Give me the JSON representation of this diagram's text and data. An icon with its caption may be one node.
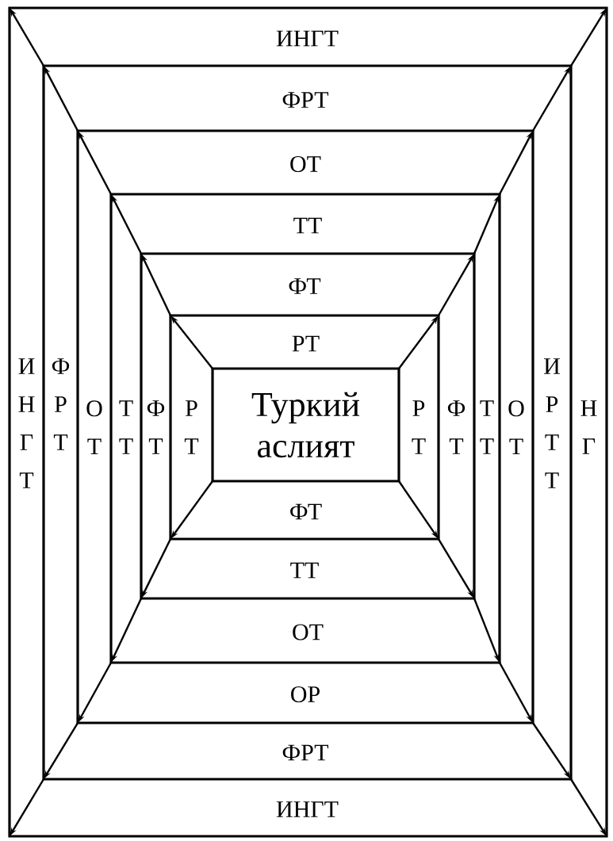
{
  "diagram": {
    "nodes": [
      {
        "text": [
          "ИНГТ",
          "ИНГТ",
          "И Н Г Т",
          "Н Г"
        ]
      },
      {
        "text": [
          "ФРТ",
          "ФРТ",
          "Ф Р Т",
          "И Р Т Т"
        ],
        "in": 0
      },
      {
        "text": [
          "ОТ",
          "ОР",
          "О Т",
          "О Т"
        ],
        "in": 1
      },
      {
        "text": [
          "ТТ",
          "ОТ",
          "Т Т",
          "Т Т"
        ],
        "in": 2
      },
      {
        "text": [
          "ФТ",
          "ТТ",
          "Ф Т",
          "Ф Т"
        ],
        "in": 3
      },
      {
        "text": [
          "РТ",
          "ФТ",
          "Р Т",
          "Р Т"
        ],
        "in": 4
      },
      {
        "text": [
          "Туркий аслият"
        ],
        "in": 5
      }
    ],
    "edges": [
      {
        "from": 1,
        "to": 0,
        "arrow": "to"
      },
      {
        "from": 1,
        "to": 0,
        "arrow": "to"
      },
      {
        "from": 1,
        "to": 0,
        "arrow": "to"
      },
      {
        "from": 1,
        "to": 0,
        "arrow": "to"
      },
      {
        "from": 2,
        "to": 1,
        "arrow": "to"
      },
      {
        "from": 2,
        "to": 1,
        "arrow": "to"
      },
      {
        "from": 2,
        "to": 1,
        "arrow": "to"
      },
      {
        "from": 2,
        "to": 1,
        "arrow": "to"
      },
      {
        "from": 3,
        "to": 2,
        "arrow": "to"
      },
      {
        "from": 3,
        "to": 2,
        "arrow": "to"
      },
      {
        "from": 3,
        "to": 2,
        "arrow": "to"
      },
      {
        "from": 3,
        "to": 2,
        "arrow": "to"
      },
      {
        "from": 4,
        "to": 3,
        "arrow": "to"
      },
      {
        "from": 4,
        "to": 3,
        "arrow": "to"
      },
      {
        "from": 4,
        "to": 3,
        "arrow": "to"
      },
      {
        "from": 4,
        "to": 3,
        "arrow": "to"
      },
      {
        "from": 5,
        "to": 4,
        "arrow": "to"
      },
      {
        "from": 5,
        "to": 4,
        "arrow": "to"
      },
      {
        "from": 5,
        "to": 4,
        "arrow": "to"
      },
      {
        "from": 5,
        "to": 4,
        "arrow": "to"
      },
      {
        "from": 6,
        "to": 5,
        "arrow": "to"
      },
      {
        "from": 6,
        "to": 5,
        "arrow": "to"
      },
      {
        "from": 6,
        "to": 5,
        "arrow": "to"
      },
      {
        "from": 6,
        "to": 5,
        "arrow": "to"
      }
    ]
  }
}
